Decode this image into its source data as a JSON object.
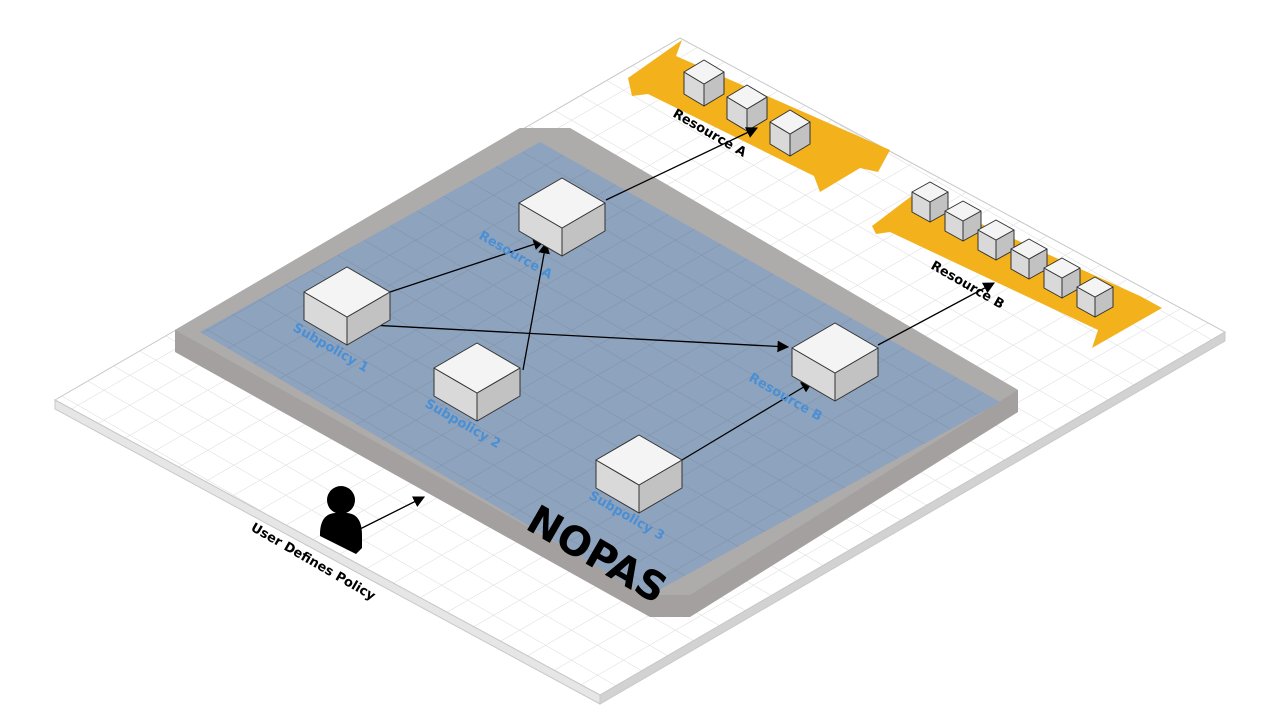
{
  "title": "NOPAS",
  "user_caption": "User Defines Policy",
  "nodes": {
    "inner_resource_a": "Resource A",
    "inner_resource_b": "Resource B",
    "subpolicy_1": "Subpolicy 1",
    "subpolicy_2": "Subpolicy 2",
    "subpolicy_3": "Subpolicy 3"
  },
  "pools": {
    "resource_a": "Resource A",
    "resource_b": "Resource B"
  },
  "colors": {
    "outer_platform": "#a8a5a5",
    "inner_platform": "#8ea3bd",
    "pool_arrow": "#f3b21c",
    "node_label": "#4a8fd4",
    "cube_top": "#f4f4f4",
    "cube_left": "#d9d9d9",
    "cube_right": "#c2c2c2"
  },
  "icons": {
    "user": "person-icon",
    "node": "cube-icon"
  }
}
